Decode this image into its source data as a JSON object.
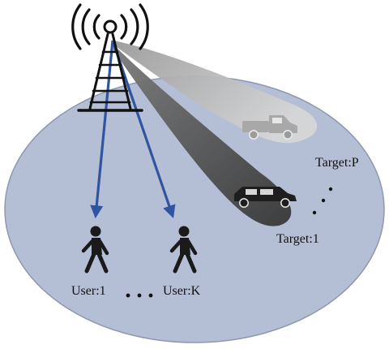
{
  "labels": {
    "user_first": "User:1",
    "user_last": "User:K",
    "target_first": "Target:1",
    "target_last": "Target:P"
  },
  "icons": {
    "tower": "cell-tower-icon",
    "user": "walking-person-icon",
    "truck": "truck-icon",
    "car": "car-icon"
  },
  "colors": {
    "coverage_area": "#b4bfd6",
    "coverage_edge": "#8e98b0",
    "downlink_arrow": "#2f55a0",
    "beam_to_truck": "#bdbdbd",
    "beam_to_car": "#555555",
    "truck": "#a8a8a8",
    "car": "#1e1e1e",
    "person": "#1a1a1a"
  }
}
